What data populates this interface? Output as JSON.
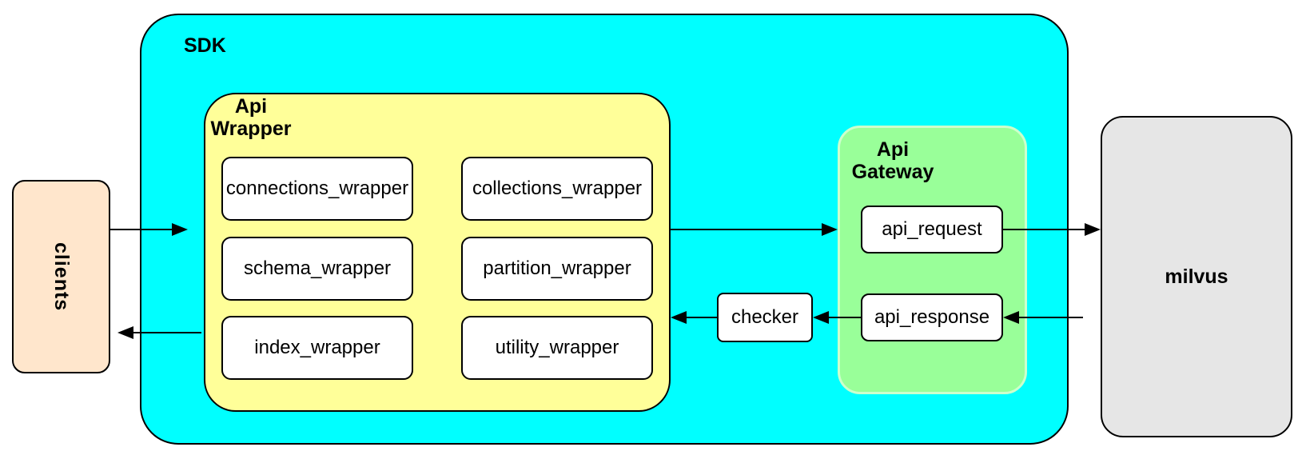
{
  "canvas": {
    "background": "#ffffff"
  },
  "colors": {
    "sdk_fill": "#00ffff",
    "api_wrapper_fill": "#ffff99",
    "api_gateway_fill": "#99ff99",
    "api_gateway_border": "#ccffcc",
    "clients_fill": "#ffe6cc",
    "milvus_fill": "#e6e6e6",
    "node_fill": "#ffffff",
    "stroke": "#000000"
  },
  "nodes": {
    "sdk": {
      "label": "SDK"
    },
    "api_wrapper": {
      "label": "Api Wrapper",
      "children": [
        "connections_wrapper",
        "collections_wrapper",
        "schema_wrapper",
        "partition_wrapper",
        "index_wrapper",
        "utility_wrapper"
      ]
    },
    "api_gateway": {
      "label": "Api Gateway",
      "children": [
        "api_request",
        "api_response"
      ]
    },
    "checker": {
      "label": "checker"
    },
    "clients": {
      "label": "clients"
    },
    "milvus": {
      "label": "milvus"
    }
  },
  "edges": [
    {
      "from": "clients",
      "to": "sdk"
    },
    {
      "from": "api_wrapper",
      "to": "api_gateway"
    },
    {
      "from": "api_request",
      "to": "milvus"
    },
    {
      "from": "milvus",
      "to": "api_response"
    },
    {
      "from": "api_response",
      "to": "checker"
    },
    {
      "from": "checker",
      "to": "api_wrapper"
    },
    {
      "from": "sdk",
      "to": "clients"
    }
  ]
}
